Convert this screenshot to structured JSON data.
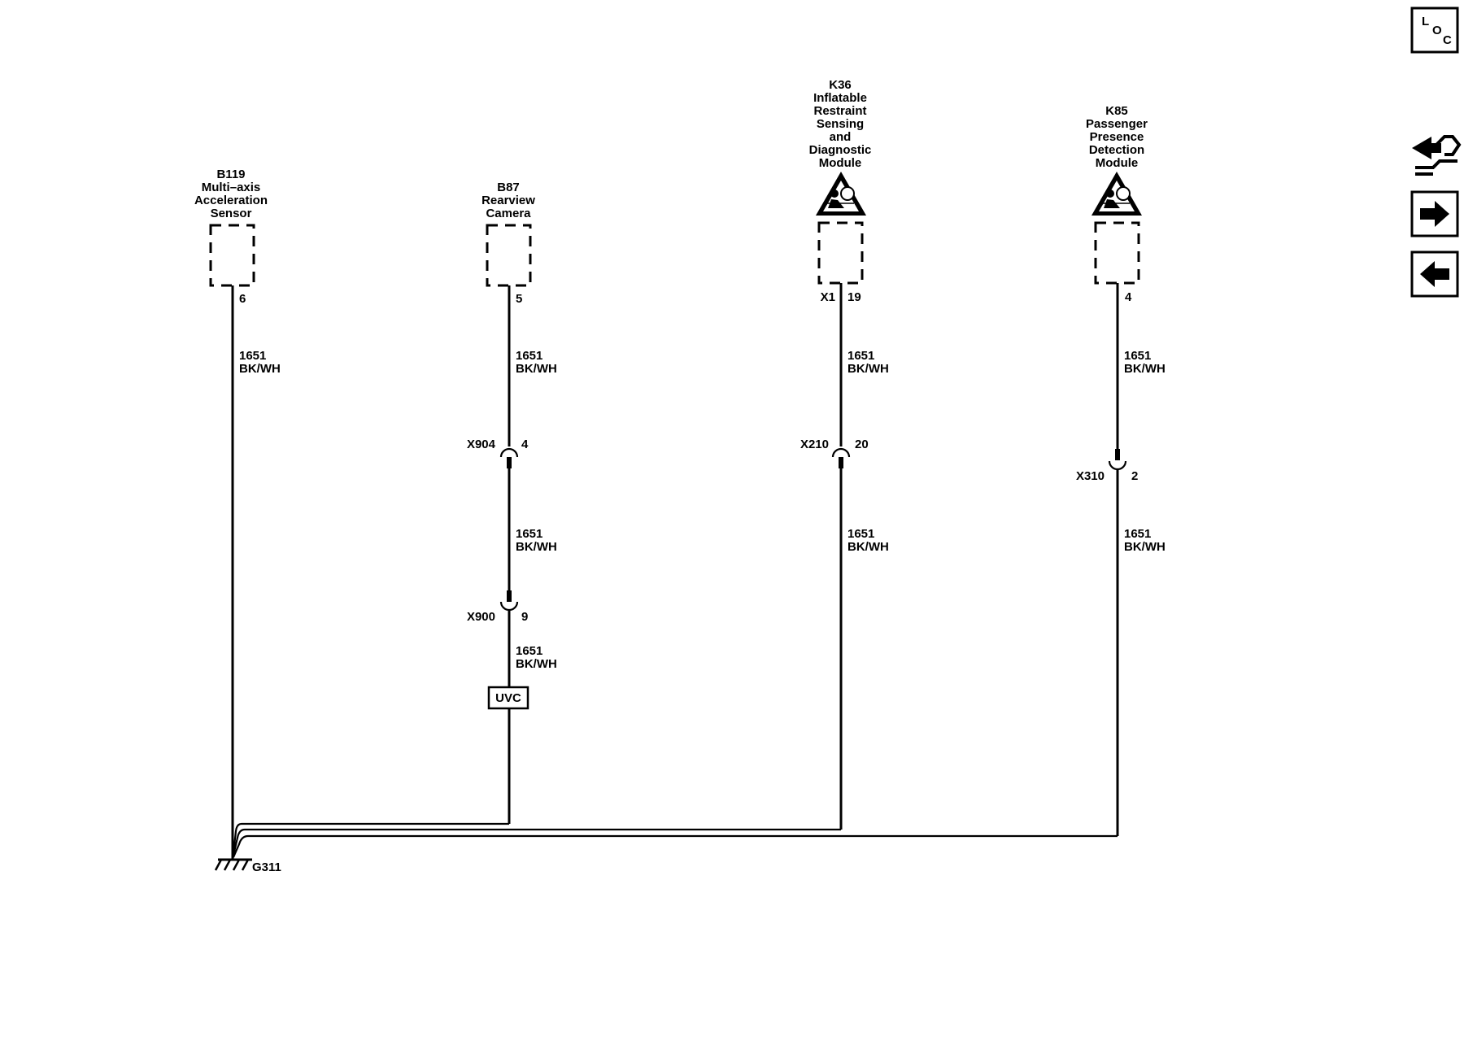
{
  "components": {
    "b119": {
      "lines": [
        "B119",
        "Multi–axis",
        "Acceleration",
        "Sensor"
      ],
      "pin": "6"
    },
    "b87": {
      "lines": [
        "B87",
        "Rearview",
        "Camera"
      ],
      "pin": "5"
    },
    "k36": {
      "lines": [
        "K36",
        "Inflatable",
        "Restraint",
        "Sensing",
        "and",
        "Diagnostic",
        "Module"
      ],
      "connector": "X1",
      "pin": "19"
    },
    "k85": {
      "lines": [
        "K85",
        "Passenger",
        "Presence",
        "Detection",
        "Module"
      ],
      "pin": "4"
    }
  },
  "wire": {
    "circuit": "1651",
    "color": "BK/WH"
  },
  "inline_connectors": {
    "x904": {
      "name": "X904",
      "pin": "4"
    },
    "x900": {
      "name": "X900",
      "pin": "9"
    },
    "x210": {
      "name": "X210",
      "pin": "20"
    },
    "x310": {
      "name": "X310",
      "pin": "2"
    }
  },
  "splice_box": "UVC",
  "ground": "G311",
  "nav": {
    "loc_letters": [
      "L",
      "O",
      "C"
    ],
    "icons": [
      "connector-view-icon",
      "arrow-right-icon",
      "arrow-left-icon"
    ]
  }
}
